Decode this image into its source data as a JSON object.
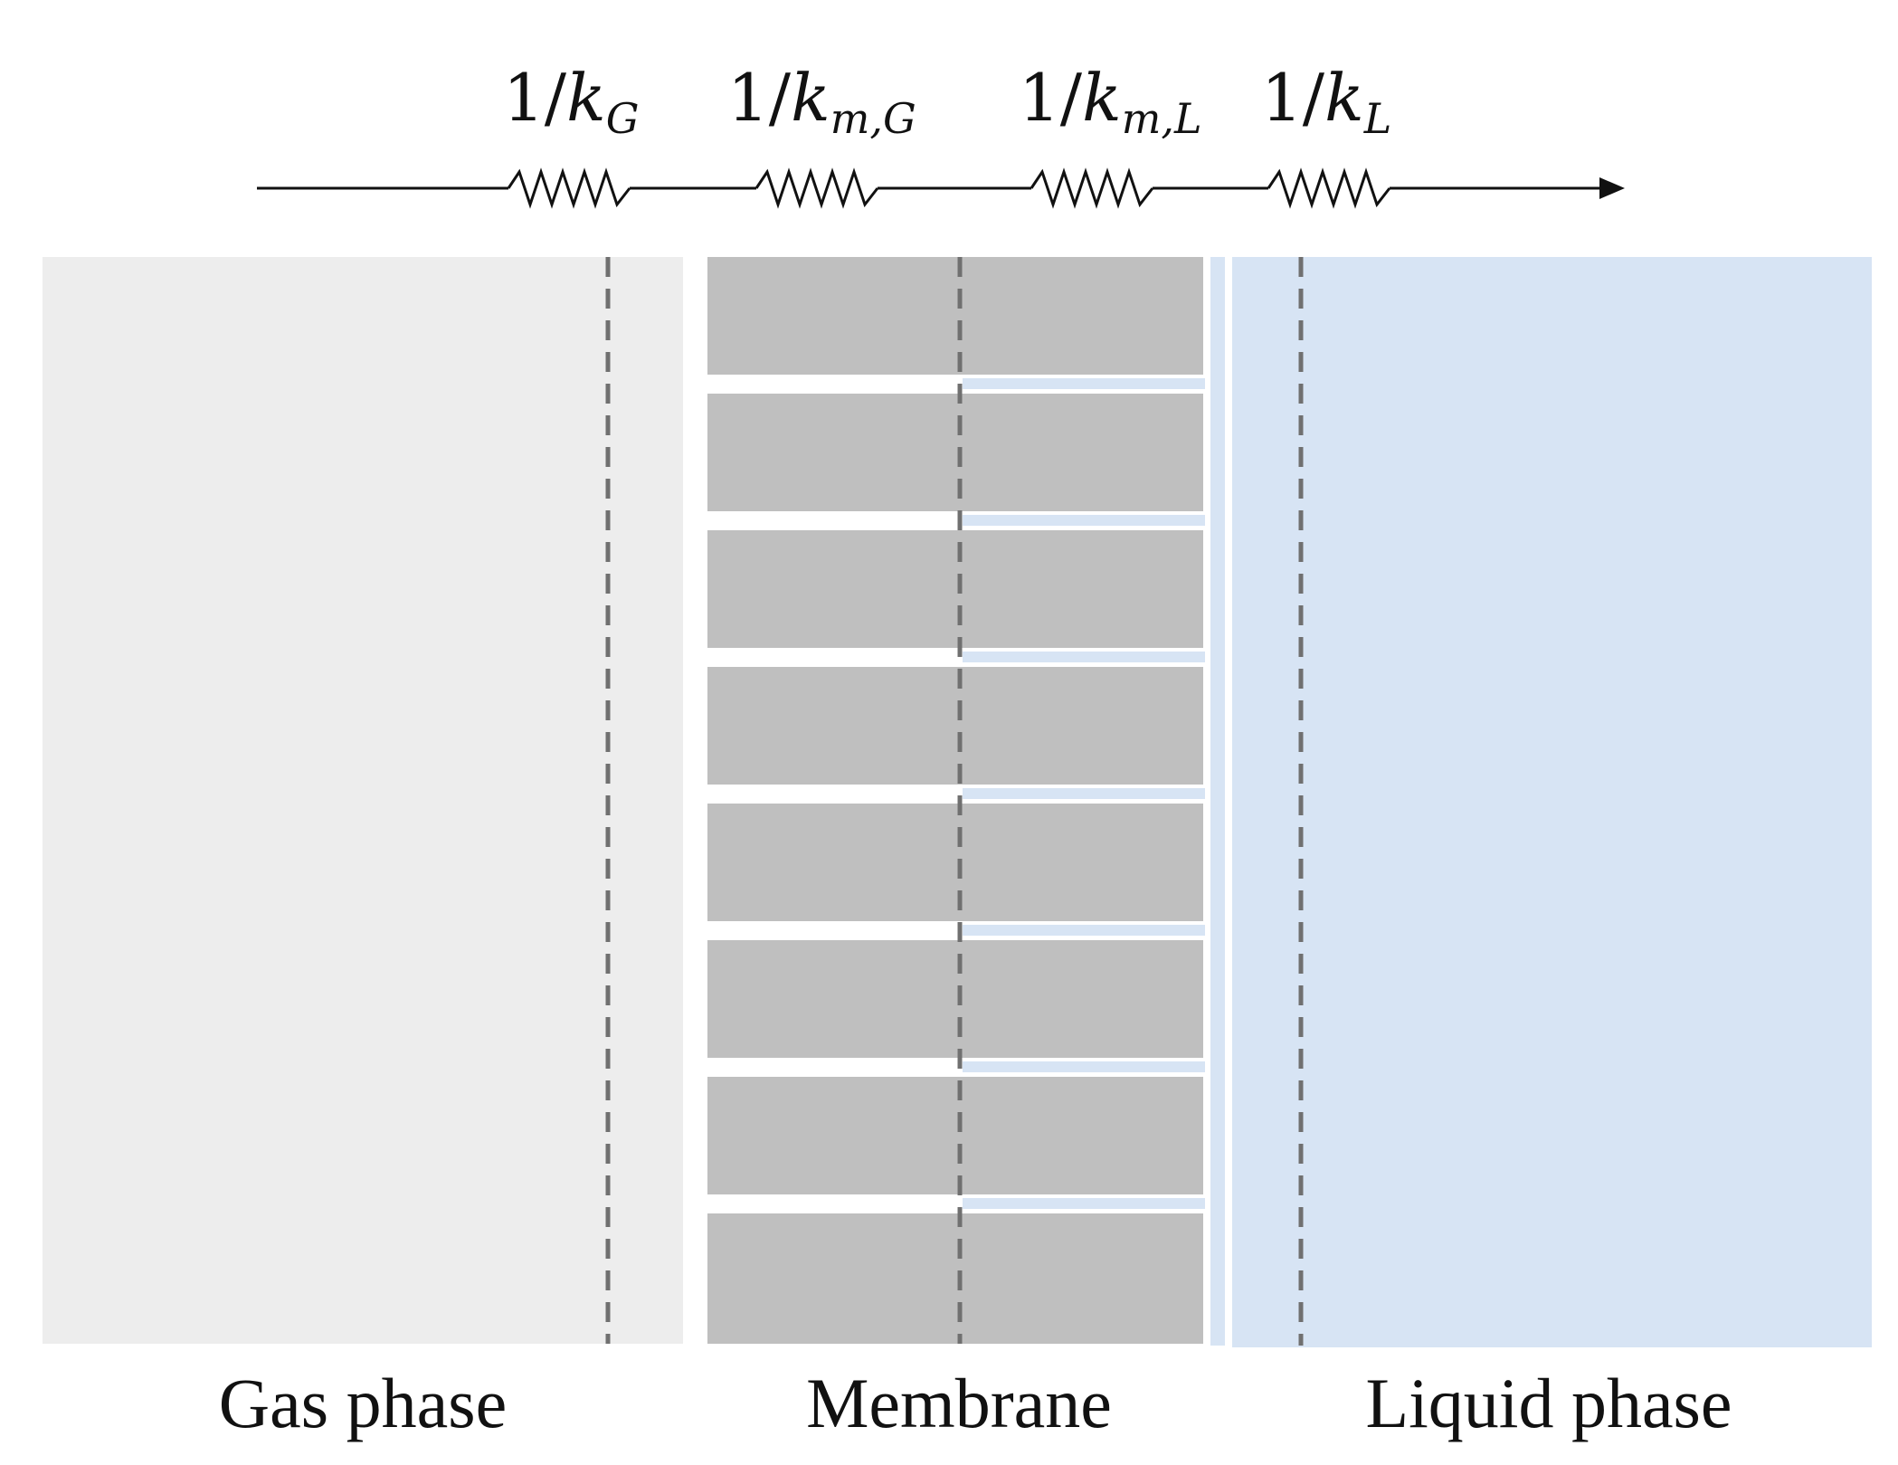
{
  "resistances": [
    {
      "prefix": "1/",
      "symbol": "k",
      "subscript": "G"
    },
    {
      "prefix": "1/",
      "symbol": "k",
      "subscript": "m,G"
    },
    {
      "prefix": "1/",
      "symbol": "k",
      "subscript": "m,L"
    },
    {
      "prefix": "1/",
      "symbol": "k",
      "subscript": "L"
    }
  ],
  "phases": {
    "gas": "Gas phase",
    "membrane": "Membrane",
    "liquid": "Liquid phase"
  },
  "colors": {
    "gas_phase": "#ededed",
    "membrane_solid": "#bfbfbf",
    "liquid_phase": "#d7e4f4",
    "film_line": "#707070",
    "ink": "#111111"
  },
  "membrane": {
    "pore_count": 7,
    "pores_liquid_filled_side": "liquid"
  },
  "icons": {
    "flow_direction": "arrow-right-icon",
    "resistor": "resistor-icon"
  }
}
